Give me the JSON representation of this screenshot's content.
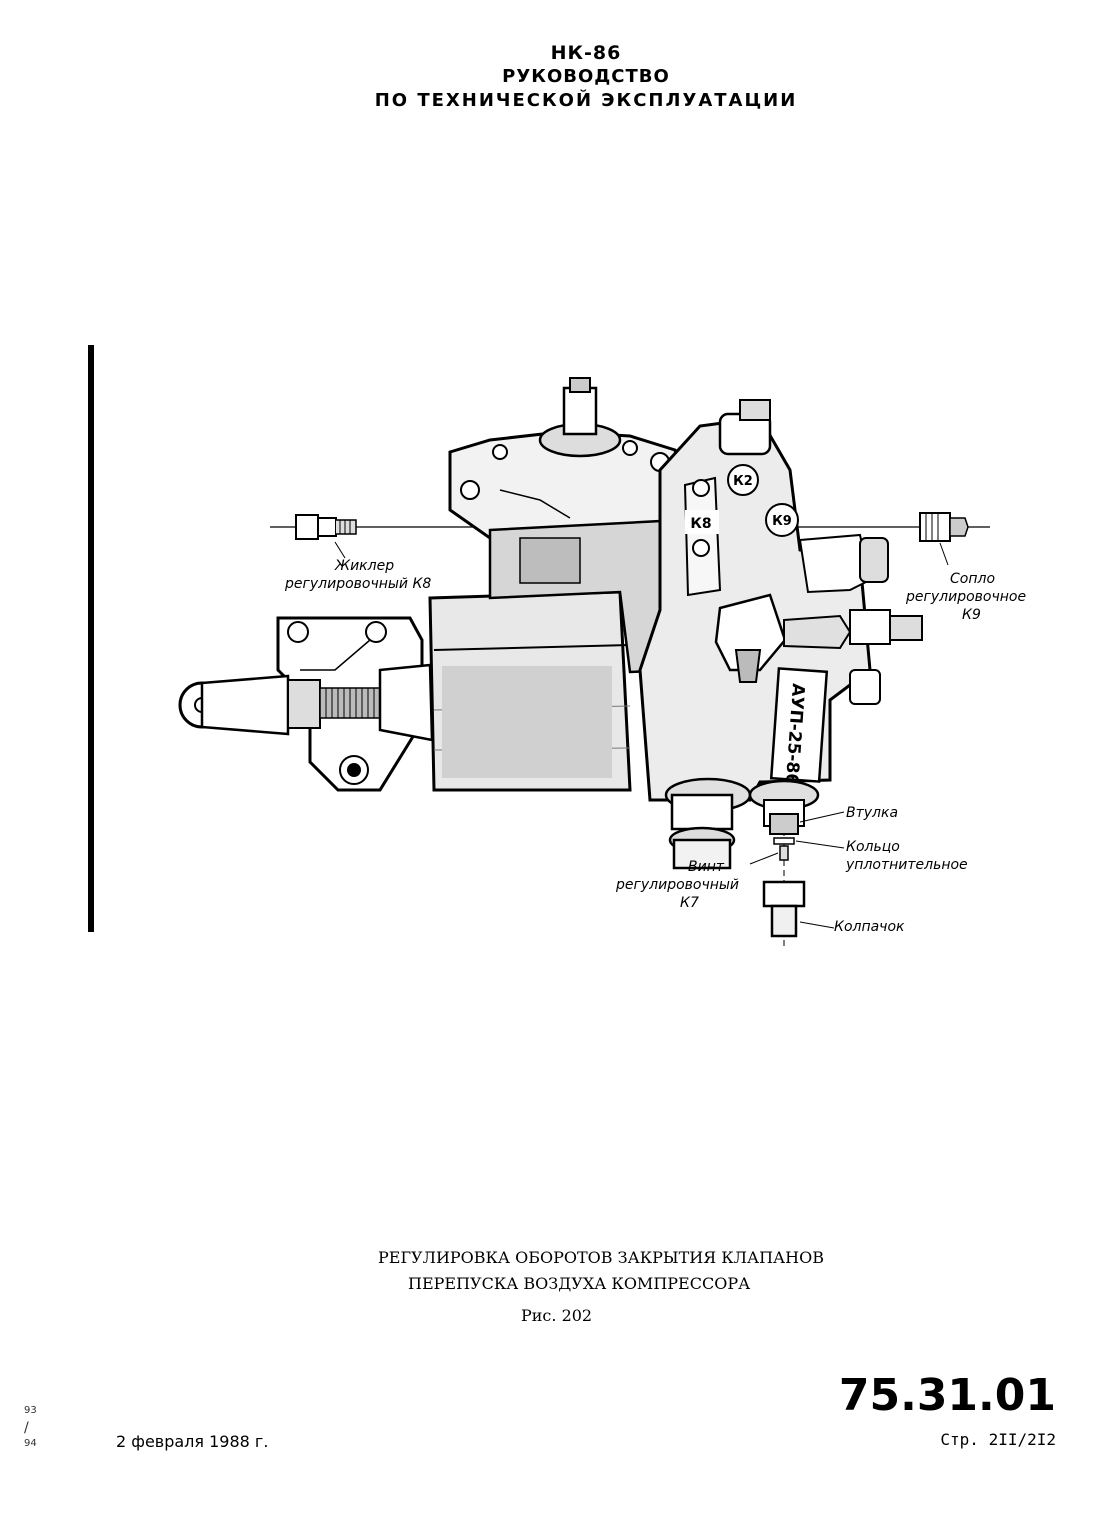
{
  "header": {
    "line1": "НК-86",
    "line2": "РУКОВОДСТВО",
    "line3": "ПО ТЕХНИЧЕСКОЙ ЭКСПЛУАТАЦИИ"
  },
  "figure": {
    "stamps": [
      "К2",
      "К8",
      "К9"
    ],
    "plate_text": "АУП-25-86",
    "callouts": {
      "jet_1": "Жиклер",
      "jet_2": "регулировочный К8",
      "nozzle_1": "Сопло",
      "nozzle_2": "регулировочное",
      "nozzle_3": "К9",
      "bushing": "Втулка",
      "rings_1": "Кольцо",
      "rings_2": "уплотнительное",
      "screw_1": "Винт",
      "screw_2": "регулировочный",
      "screw_3": "К7",
      "cap": "Колпачок"
    }
  },
  "caption": {
    "line1": "РЕГУЛИРОВКА ОБОРОТОВ ЗАКРЫТИЯ КЛАПАНОВ",
    "line2": "ПЕРЕПУСКА ВОЗДУХА КОМПРЕССОРА",
    "line3": "Рис. 202"
  },
  "footer": {
    "edge_top": "93",
    "edge_bottom": "94",
    "date": "2 февраля 1988 г.",
    "doc_number": "75.31.01",
    "page": "Стр. 2II/2I2"
  }
}
